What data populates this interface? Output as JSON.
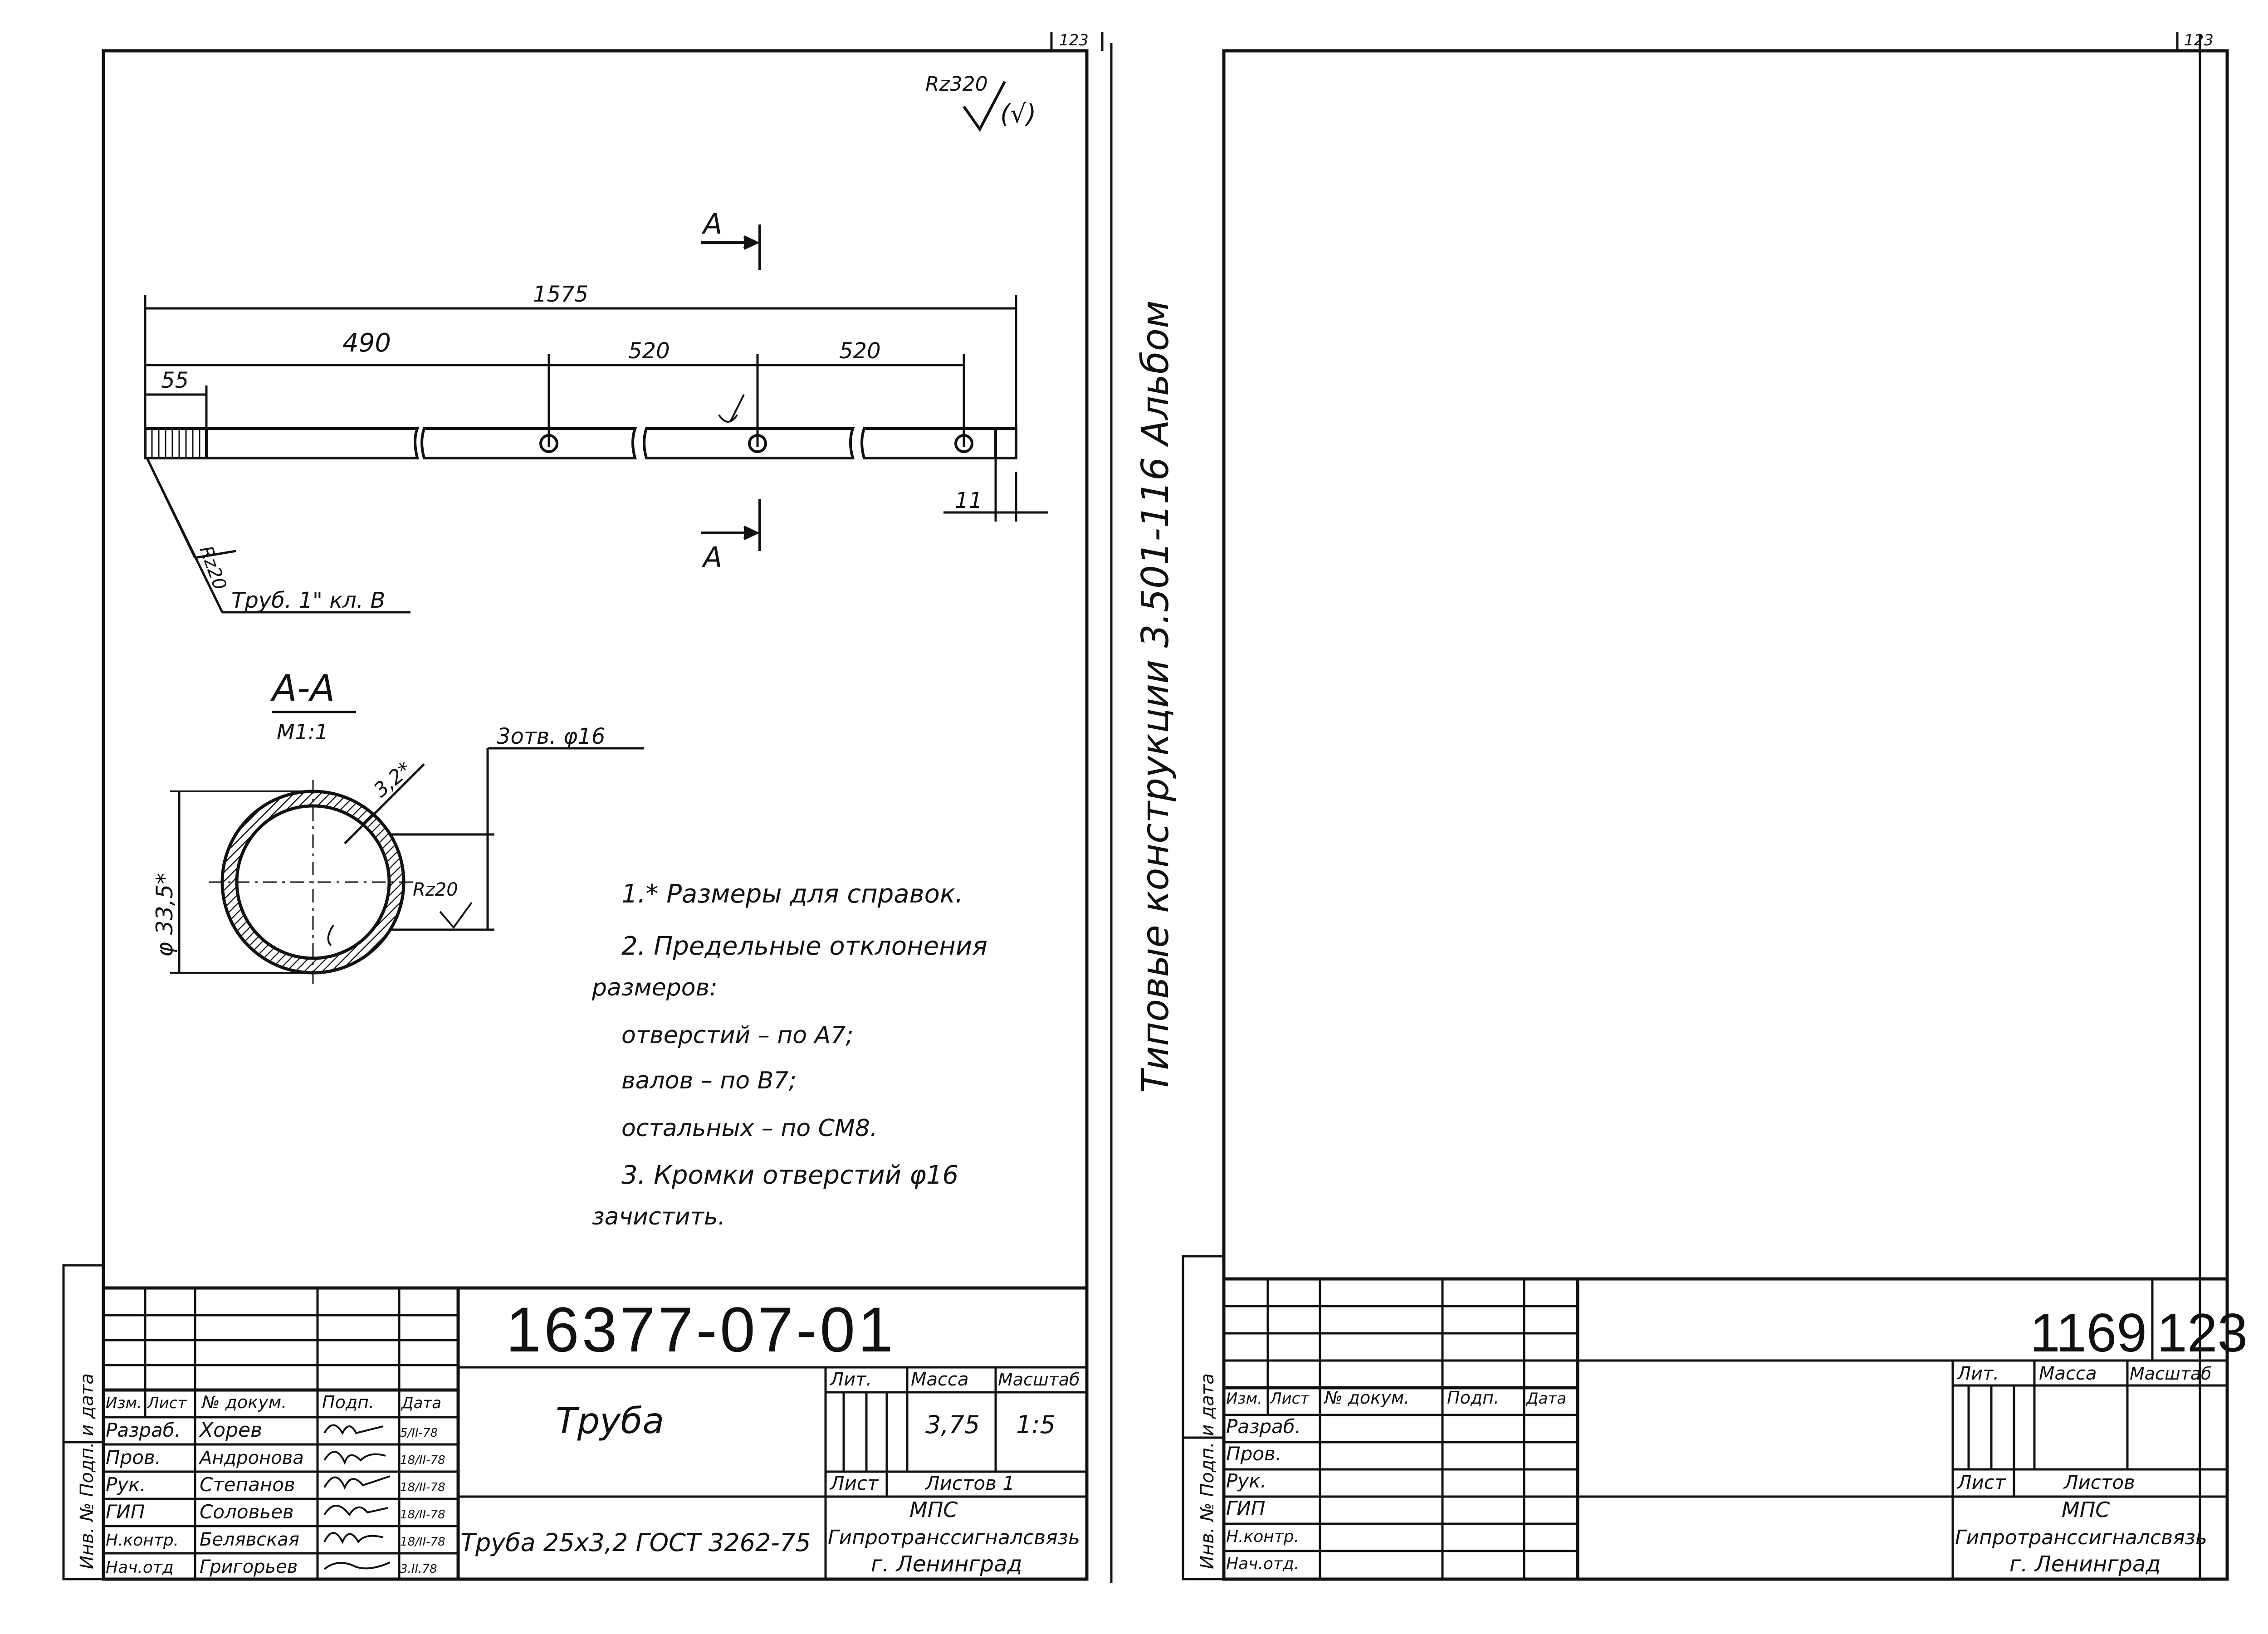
{
  "left_sheet": {
    "sheet_number_top": "123",
    "roughness_mark": "Rz320",
    "roughness_mark_paren": "(√)",
    "section_marker": "A",
    "dims": {
      "total": "1575",
      "d490": "490",
      "d520a": "520",
      "d520b": "520",
      "d55": "55",
      "d11": "11",
      "rz20_end": "Rz20"
    },
    "pipe_callout": "Труб. 1\" кл. В",
    "section_title": "А-А",
    "section_scale": "М1:1",
    "holes_label": "3отв. φ16",
    "wall": "3,2*",
    "diameter": "φ 33,5*",
    "rz20_section": "Rz20",
    "notes": [
      "1.* Размеры для справок.",
      "2. Предельные отклонения",
      "размеров:",
      "отверстий    – по А7;",
      "валов          – по В7;",
      "остальных   – по СМ8.",
      "3. Кромки отверстий φ16",
      "зачистить."
    ],
    "side_stamp": "Инв. №    Подп. и дата",
    "title_block": {
      "doc_code": "16377-07-01",
      "name": "Труба",
      "material": "Труба 25х3,2  ГОСТ 3262-75",
      "col_headers": [
        "Изм.",
        "Лист",
        "№ докум.",
        "Подп.",
        "Дата"
      ],
      "roles": [
        "Разраб.",
        "Пров.",
        "Рук.",
        "ГИП",
        "Н.контр.",
        "Нач.отд"
      ],
      "names": [
        "Хорев",
        "Андронова",
        "Степанов",
        "Соловьев",
        "Белявская",
        "Григорьев"
      ],
      "dates": [
        "5/II-78",
        "18/II-78",
        "18/II-78",
        "18/II-78",
        "18/II-78",
        "3.II.78"
      ],
      "lit": "Лит.",
      "mass": "Масса",
      "scale": "Масштаб",
      "mass_value": "3,75",
      "scale_value": "1:5",
      "sheet": "Лист",
      "sheets": "Листов 1",
      "org1": "МПС",
      "org2": "Гипротранссигналсвязь",
      "org3": "г. Ленинград"
    }
  },
  "spine_text": "Типовые   конструкции  3.501-116   Альбом",
  "right_sheet": {
    "sheet_number_top": "123",
    "side_stamp": "Инв. №    Подп. и дата",
    "album_number": "1169",
    "page_number": "123",
    "col_headers": [
      "Изм.",
      "Лист",
      "№ докум.",
      "Подп.",
      "Дата"
    ],
    "roles": [
      "Разраб.",
      "Пров.",
      "Рук.",
      "ГИП",
      "Н.контр.",
      "Нач.отд."
    ],
    "lit": "Лит.",
    "mass": "Масса",
    "scale": "Масштаб",
    "sheet": "Лист",
    "sheets": "Листов",
    "org1": "МПС",
    "org2": "Гипротранссигналсвязь",
    "org3": "г. Ленинград"
  }
}
